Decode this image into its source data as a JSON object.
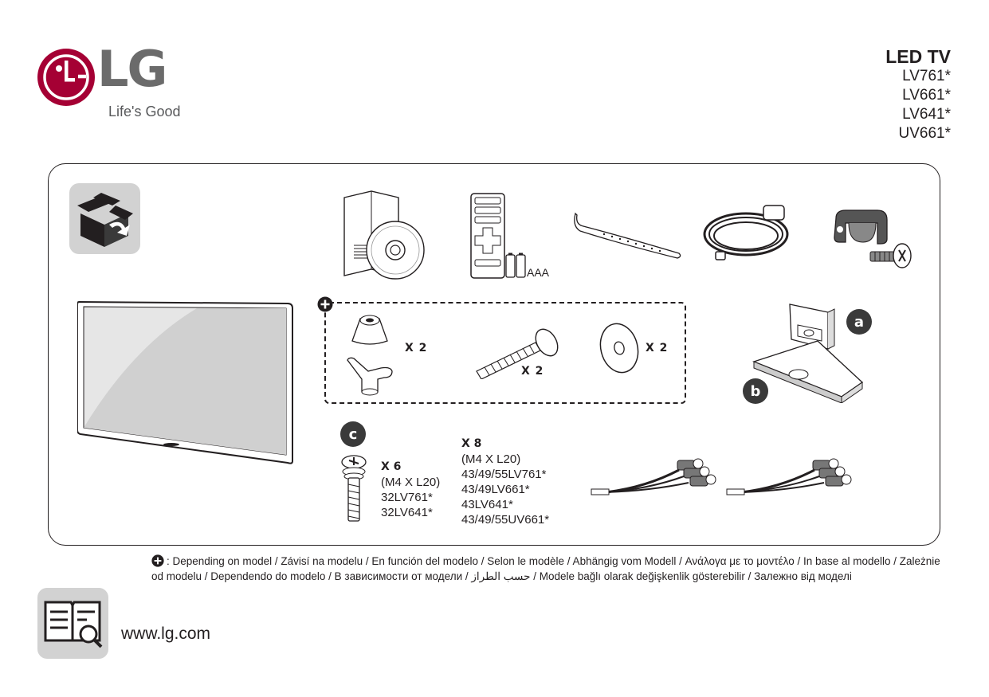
{
  "brand": {
    "name": "LG",
    "tagline": "Life's Good"
  },
  "product": {
    "title": "LED TV",
    "models": [
      "LV761*",
      "LV661*",
      "LV641*",
      "UV661*"
    ]
  },
  "accessories": {
    "batteries_label": "AAA",
    "stand_labels": {
      "a": "a",
      "b": "b",
      "c": "c"
    },
    "optional_items": {
      "knob_qty": "X 2",
      "bolt_qty": "X 2",
      "washer_qty": "X 2"
    },
    "screws_small": {
      "qty": "X 6",
      "size": "(M4 X L20)",
      "models": [
        "32LV761*",
        "32LV641*"
      ]
    },
    "screws_large": {
      "qty": "X 8",
      "size": "(M4 X L20)",
      "models": [
        "43/49/55LV761*",
        "43/49LV661*",
        "43LV641*",
        "43/49/55UV661*"
      ]
    }
  },
  "footer": {
    "note": ": Depending on model / Závisí na modelu / En función del modelo / Selon le modèle / Abhängig vom Modell / Ανάλογα με το μοντέλο / In base al modello / Zależnie od modelu / Dependendo do modelo / В зависимости от модели / حسب الطراز / Modele bağlı olarak değişkenlik gösterebilir / Залежно від моделі",
    "url": "www.lg.com"
  },
  "colors": {
    "brand_red": "#a50034",
    "icon_gray": "#d2d2d2",
    "ink": "#231f20"
  }
}
